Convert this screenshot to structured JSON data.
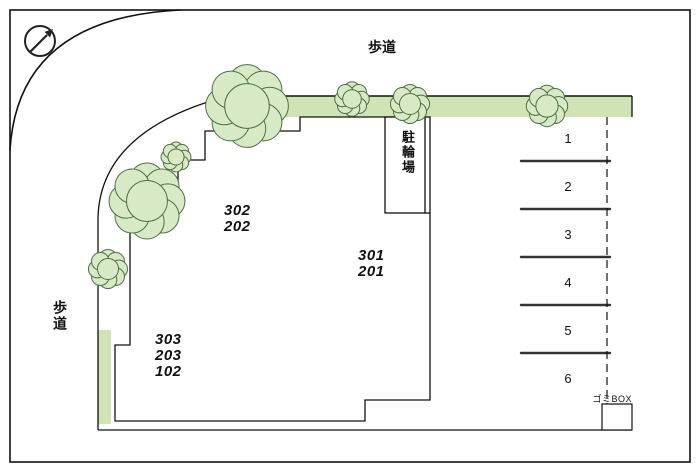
{
  "labels": {
    "sidewalk_top": "歩道",
    "sidewalk_left": "歩道",
    "bicycle_parking": "駐輪場",
    "garbage_box": "ゴミBOX"
  },
  "units": {
    "group1": [
      "302",
      "202"
    ],
    "group2": [
      "301",
      "201"
    ],
    "group3": [
      "303",
      "203",
      "102"
    ]
  },
  "parking_spaces": [
    "1",
    "2",
    "3",
    "4",
    "5",
    "6"
  ],
  "colors": {
    "landscape_green": "#cfe3b4",
    "tree_fill": "#d8e9c6",
    "tree_stroke": "#4e6f46",
    "line": "#111111"
  }
}
